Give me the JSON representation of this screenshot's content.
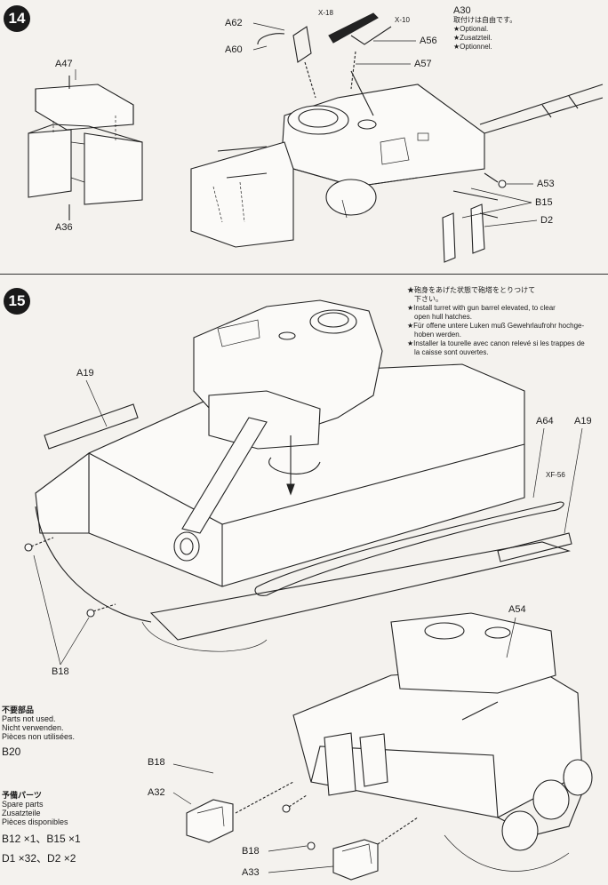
{
  "steps": {
    "s14": {
      "number": "14",
      "labels": {
        "a47": "A47",
        "a36": "A36",
        "a62": "A62",
        "a60": "A60",
        "x18": "X-18",
        "x10": "X-10",
        "a30": "A30",
        "a56": "A56",
        "a57": "A57",
        "a53": "A53",
        "b15": "B15",
        "d2": "D2"
      },
      "optional_note": {
        "jp": "取付けは自由です。",
        "en": "★Optional.",
        "de": "★Zusatzteil.",
        "fr": "★Optionnel."
      }
    },
    "s15": {
      "number": "15",
      "labels": {
        "a19_left": "A19",
        "a64": "A64",
        "a19_right": "A19",
        "xf56": "XF-56",
        "b18_left": "B18",
        "a54": "A54",
        "b18_mid": "B18",
        "a32": "A32",
        "b18_bottom": "B18",
        "a33": "A33"
      },
      "instruction": {
        "jp1": "★砲身をあげた状態で砲塔をとりつけて",
        "jp2": "下さい。",
        "en1": "★Install turret with gun barrel elevated, to clear",
        "en2": "open hull hatches.",
        "de1": "★Für offene untere Luken muß Gewehrlaufrohr hochge-",
        "de2": "hoben werden.",
        "fr1": "★Installer la tourelle avec canon relevé si les trappes de",
        "fr2": "la caisse sont ouvertes."
      }
    }
  },
  "parts_not_used": {
    "jp": "不要部品",
    "en": "Parts not used.",
    "de": "Nicht verwenden.",
    "fr": "Pièces non utilisées.",
    "part": "B20"
  },
  "spare_parts": {
    "jp": "予備パーツ",
    "en": "Spare parts",
    "de": "Zusatzteile",
    "fr": "Pièces disponibles",
    "line1": "B12 ×1、B15 ×1",
    "line2": "D1 ×32、D2 ×2"
  }
}
